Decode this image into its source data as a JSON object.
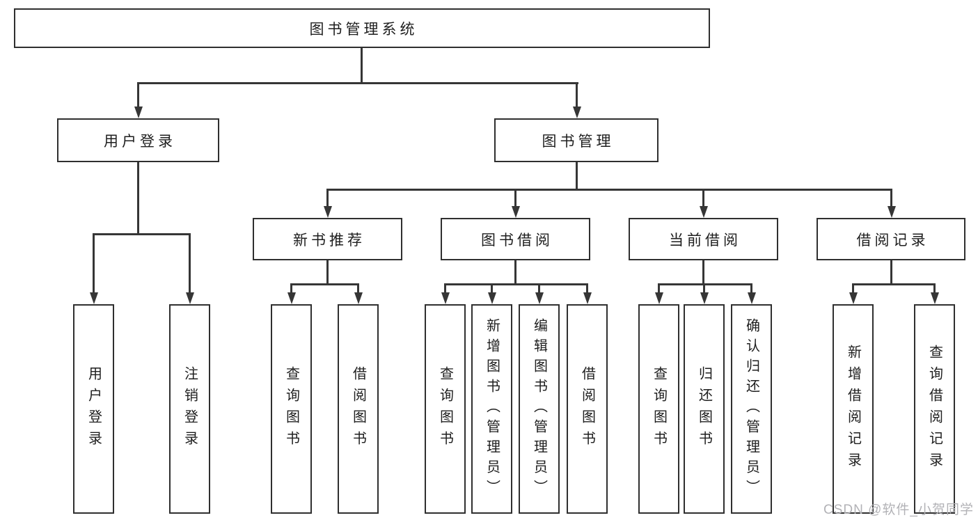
{
  "diagram": {
    "root": {
      "label": "图书管理系统"
    },
    "user_login": {
      "label": "用户登录",
      "children": {
        "login": "用户登录",
        "logout": "注销登录"
      }
    },
    "book_management": {
      "label": "图书管理",
      "groups": {
        "new_book_recommend": {
          "label": "新书推荐",
          "children": {
            "query_books": "查询图书",
            "borrow_books": "借阅图书"
          }
        },
        "book_borrowing": {
          "label": "图书借阅",
          "children": {
            "query_books": "查询图书",
            "add_books": "新增图书（管理员）",
            "edit_books": "编辑图书（管理员）",
            "borrow_books": "借阅图书"
          }
        },
        "current_borrowing": {
          "label": "当前借阅",
          "children": {
            "query_books": "查询图书",
            "return_books": "归还图书",
            "confirm_return": "确认归还（管理员）"
          }
        },
        "borrowing_records": {
          "label": "借阅记录",
          "children": {
            "add_record": "新增借阅记录",
            "query_record": "查询借阅记录"
          }
        }
      }
    }
  },
  "watermark": "CSDN @软件_小贺同学",
  "colors": {
    "line": "#363636",
    "box_border": "#2f2f2f",
    "text": "#1e1e1e",
    "background": "#ffffff",
    "watermark": "#b2b2b6"
  }
}
